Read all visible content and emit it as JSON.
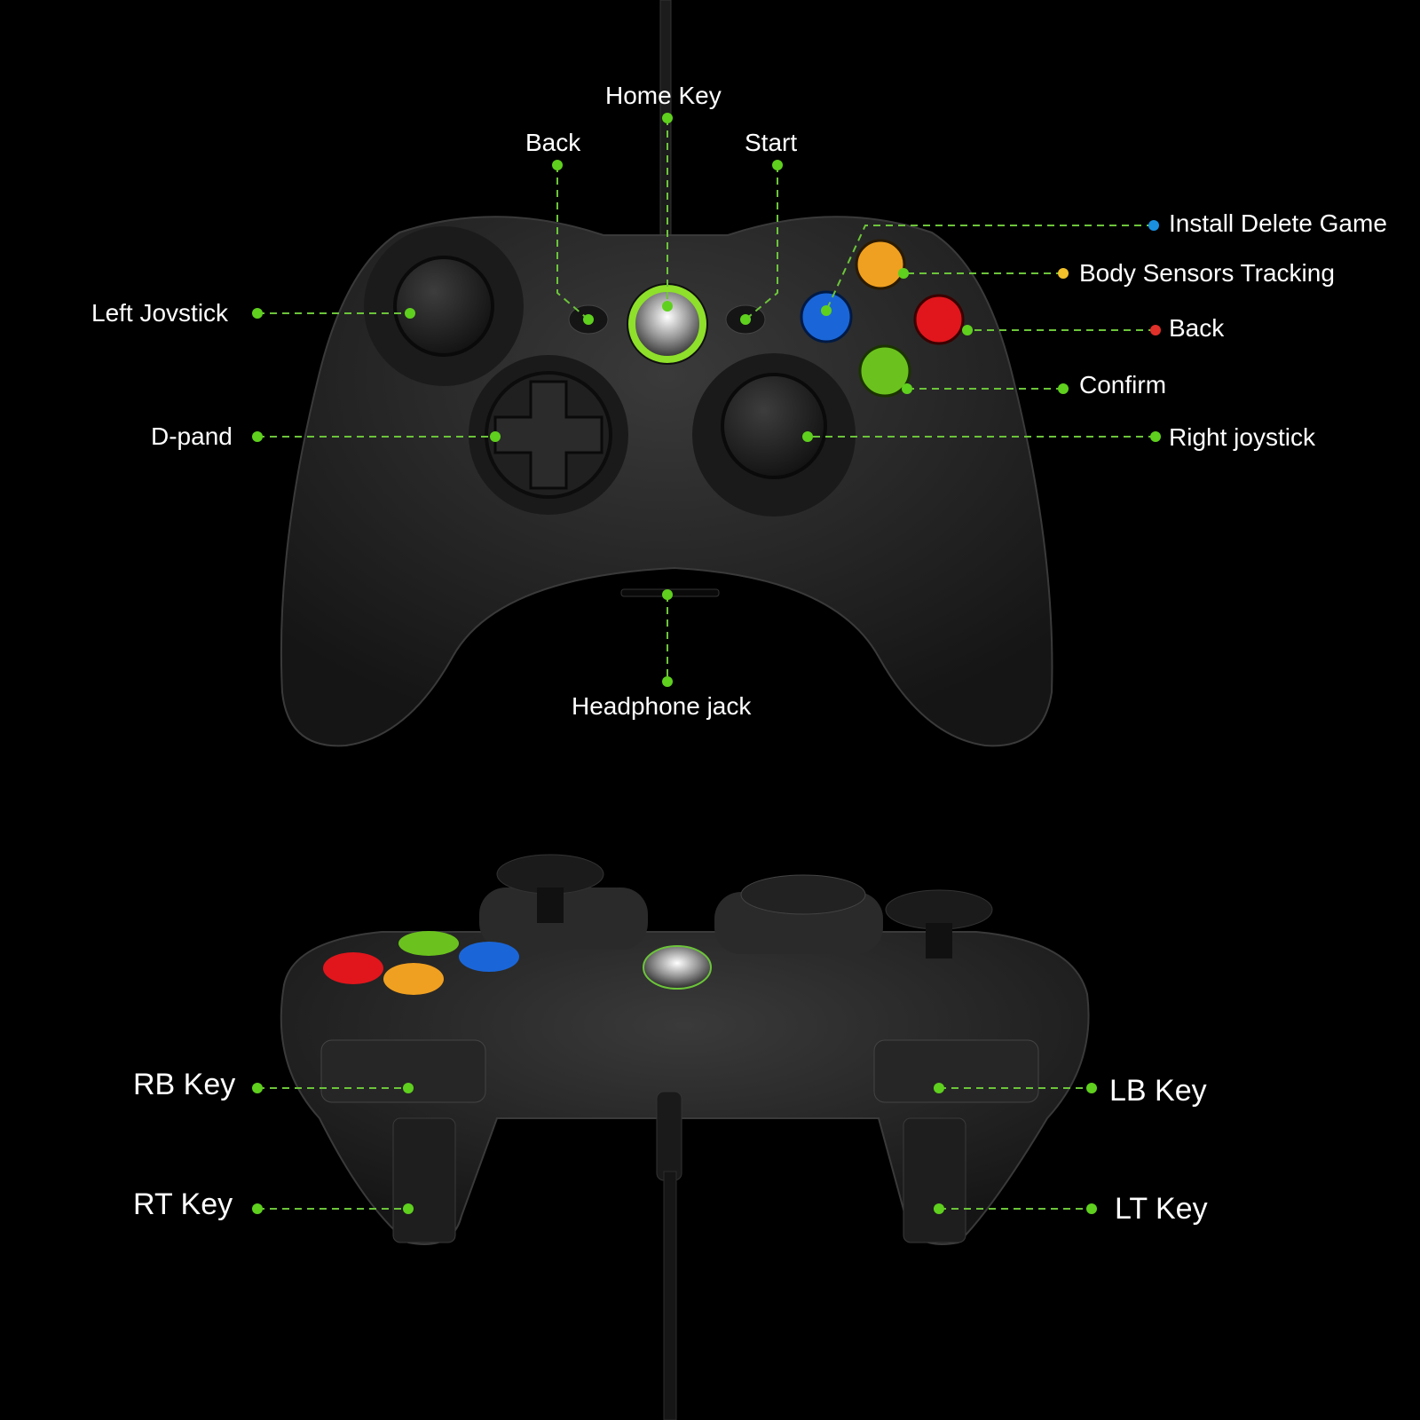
{
  "colors": {
    "background": "#000000",
    "controller_body": "#2a2a2a",
    "leader_line": "#6cc43a",
    "dot_green": "#5fd01e",
    "dot_blue": "#1a8fe0",
    "dot_yellow": "#f2c02a",
    "dot_red": "#e0302a",
    "button_a_green": "#6bc21e",
    "button_b_red": "#e0161c",
    "button_x_blue": "#1a66d8",
    "button_y_yellow": "#f0a020",
    "guide_ring": "#8ee02a"
  },
  "top_view": {
    "labels": {
      "home_key": "Home Key",
      "back_top": "Back",
      "start": "Start",
      "left_joystick": "Left Jovstick",
      "d_pad": "D-pand",
      "install_delete_game": "Install Delete Game",
      "body_sensors_tracking": "Body Sensors Tracking",
      "back_right": "Back",
      "confirm": "Confirm",
      "right_joystick": "Right joystick",
      "headphone_jack": "Headphone jack"
    }
  },
  "front_view": {
    "labels": {
      "rb_key": "RB Key",
      "rt_key": "RT Key",
      "lb_key": "LB Key",
      "lt_key": "LT Key"
    }
  }
}
